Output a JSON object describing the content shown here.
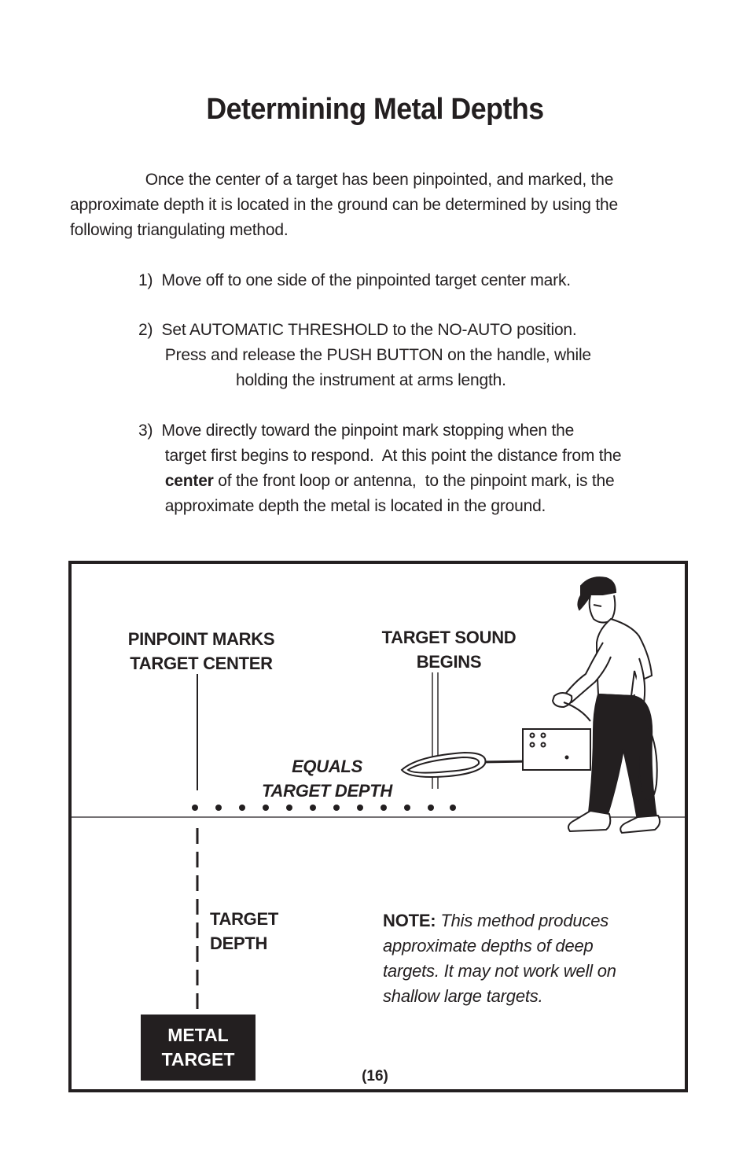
{
  "page": {
    "title": "Determining Metal Depths",
    "intro": "                 Once the center of a target has been pinpointed, and marked, the\napproximate depth it is located in the ground can be determined by using the\nfollowing triangulating method.",
    "steps": [
      {
        "text": "1)  Move off to one side of the pinpointed target center mark."
      },
      {
        "text": "2)  Set AUTOMATIC THRESHOLD to the NO-AUTO position.\n      Press and release the PUSH BUTTON on the handle, while\n                      holding the instrument at arms length."
      },
      {
        "line1": "3)  Move directly toward the pinpoint mark stopping when the",
        "line2": "      target first begins to respond.  At this point the distance from the",
        "line3_prefix": "      ",
        "line3_bold": "center",
        "line3_rest": " of the front loop or antenna,  to the pinpoint mark, is the",
        "line4": "      approximate depth the metal is located in the ground."
      }
    ],
    "page_number": "(16)"
  },
  "figure": {
    "pinpoint_label": "PINPOINT MARKS\nTARGET CENTER",
    "sound_label": "TARGET SOUND\nBEGINS",
    "equals_label": "EQUALS\nTARGET DEPTH",
    "depth_label": "TARGET\nDEPTH",
    "metal_label": "METAL\nTARGET",
    "note_bold": "NOTE:",
    "note_text": " This method produces approximate depths of deep targets.  It may not work well on shallow large targets.",
    "illustration": "person-with-metal-detector-icon"
  }
}
